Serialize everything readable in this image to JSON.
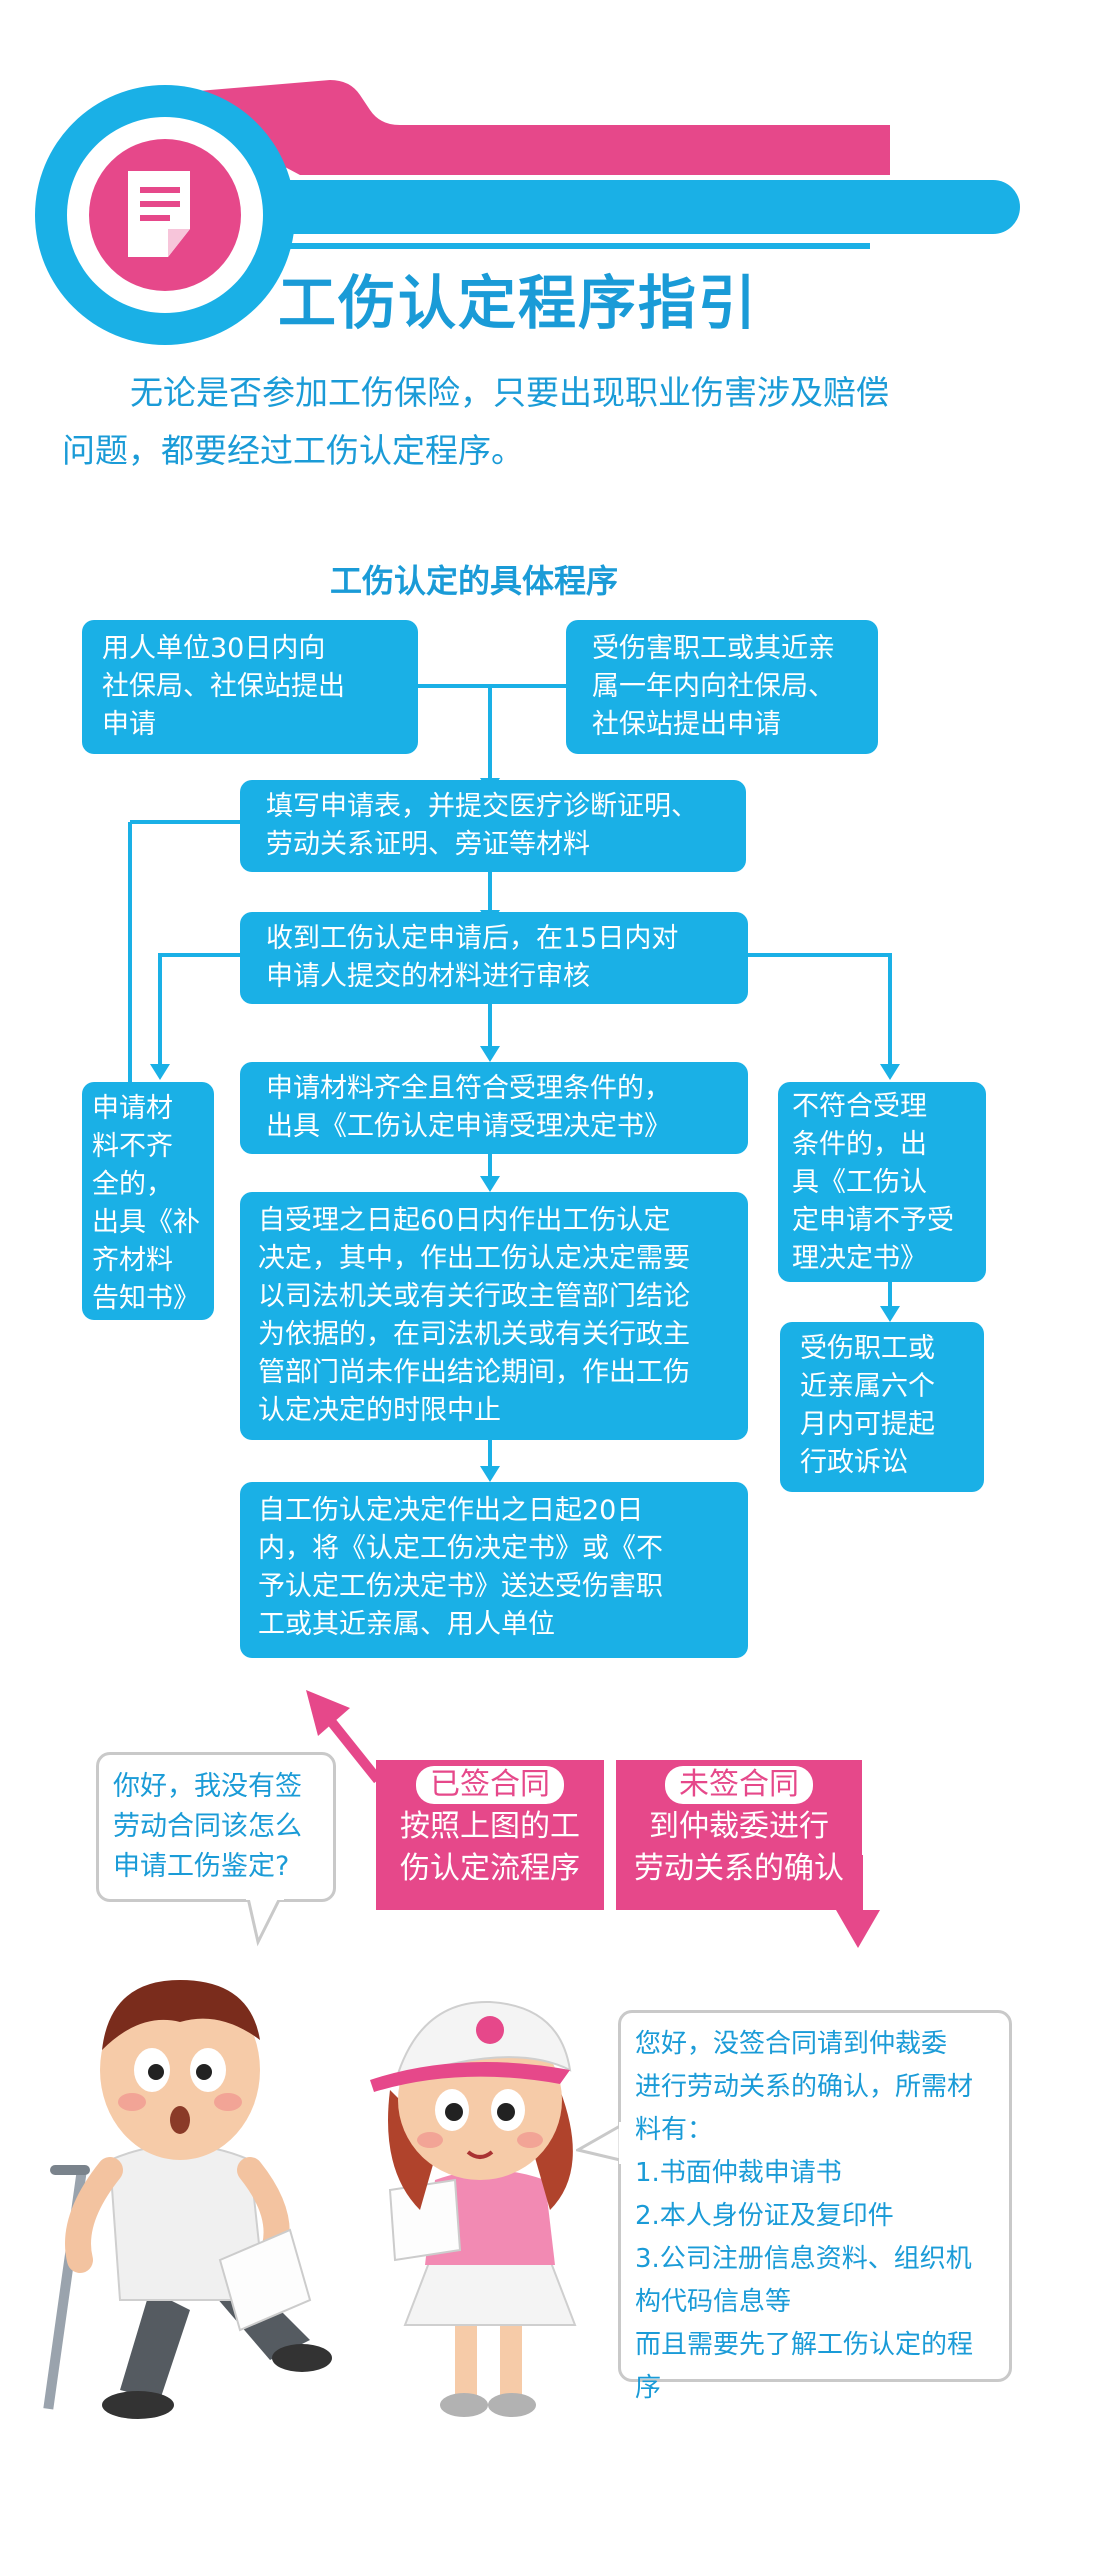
{
  "header": {
    "title": "工伤认定程序指引",
    "icon": "document-icon",
    "colors": {
      "blue": "#1ab0e6",
      "pink": "#e6488a"
    }
  },
  "intro": {
    "line1": "无论是否参加工伤保险，只要出现职业伤害涉及赔偿",
    "line2": "问题，都要经过工伤认定程序。"
  },
  "section_title": "工伤认定的具体程序",
  "flow": {
    "employer_apply": [
      "用人单位30日内向",
      "社保局、社保站提出",
      "申请"
    ],
    "worker_apply": [
      "受伤害职工或其近亲",
      "属一年内向社保局、",
      "社保站提出申请"
    ],
    "fill_form": [
      "填写申请表，并提交医疗诊断证明、",
      "劳动关系证明、旁证等材料"
    ],
    "review": [
      "收到工伤认定申请后，在15日内对",
      "申请人提交的材料进行审核"
    ],
    "incomplete": [
      "申请材",
      "料不齐",
      "全的，",
      "出具《补",
      "齐材料",
      "告知书》"
    ],
    "accepted": [
      "申请材料齐全且符合受理条件的，",
      "出具《工伤认定申请受理决定书》"
    ],
    "rejected": [
      "不符合受理",
      "条件的，出",
      "具《工伤认",
      "定申请不予受",
      "理决定书》"
    ],
    "litigation": [
      "受伤职工或",
      "近亲属六个",
      "月内可提起",
      "行政诉讼"
    ],
    "decision": [
      "自受理之日起60日内作出工伤认定",
      "决定，其中，作出工伤认定决定需要",
      "以司法机关或有关行政主管部门结论",
      "为依据的，在司法机关或有关行政主",
      "管部门尚未作出结论期间，作出工伤",
      "认定决定的时限中止"
    ],
    "delivery": [
      "自工伤认定决定作出之日起20日",
      "内，将《认定工伤决定书》或《不",
      "予认定工伤决定书》送达受伤害职",
      "工或其近亲属、用人单位"
    ]
  },
  "signed": {
    "tag": "已签合同",
    "line1": "按照上图的工",
    "line2": "伤认定流程序"
  },
  "unsigned": {
    "tag": "未签合同",
    "line1": "到仲裁委进行",
    "line2": "劳动关系的确认"
  },
  "question_bubble": [
    "你好，我没有签",
    "劳动合同该怎么",
    "申请工伤鉴定?"
  ],
  "answer_bubble": [
    "您好，没签合同请到仲裁委",
    "进行劳动关系的确认，所需材",
    "料有：",
    "1.书面仲裁申请书",
    "2.本人身份证及复印件",
    "3.公司注册信息资料、组织机",
    "构代码信息等",
    "而且需要先了解工伤认定的程序"
  ]
}
